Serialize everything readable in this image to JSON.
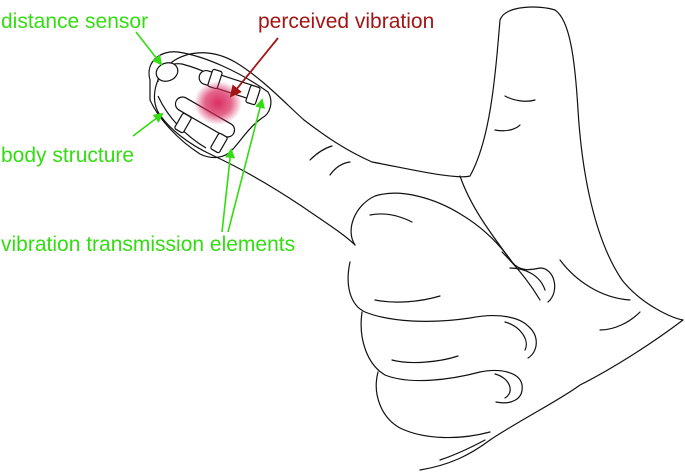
{
  "labels": {
    "distance_sensor": "distance sensor",
    "perceived_vibration": "perceived vibration",
    "body_structure": "body structure",
    "vibration_elements": "vibration transmission elements"
  },
  "colors": {
    "label_green": "#33dd11",
    "label_red": "#a31515",
    "vibration_blob": "#d8245a",
    "outline": "#111111"
  }
}
